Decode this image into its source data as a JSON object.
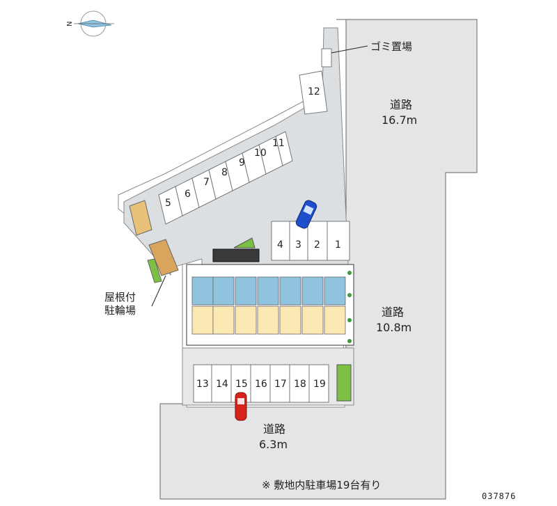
{
  "roads": {
    "north": {
      "name": "道路",
      "width": "16.7m"
    },
    "east": {
      "name": "道路",
      "width": "10.8m"
    },
    "south": {
      "name": "道路",
      "width": "6.3m"
    }
  },
  "labels": {
    "garbage": "ゴミ置場",
    "bicycle_line1": "屋根付",
    "bicycle_line2": "駐輪場"
  },
  "parking": {
    "diagonal_row": [
      "5",
      "6",
      "7",
      "8",
      "9",
      "10",
      "11"
    ],
    "single": "12",
    "right_row": [
      "4",
      "3",
      "2",
      "1"
    ],
    "bottom_row": [
      "13",
      "14",
      "15",
      "16",
      "17",
      "18",
      "19"
    ]
  },
  "compass": {
    "north_letter": "N"
  },
  "footer": {
    "note": "※ 敷地内駐車場19台有り",
    "code": "037876"
  },
  "colors": {
    "road": "#e3e5e7",
    "lot": "#ffffff",
    "building_rooms": "#fbe9b4",
    "building_blue": "#8fc3de",
    "green": "#7cc043",
    "blue_car": "#1f4ecb",
    "red_car": "#d8231c"
  }
}
